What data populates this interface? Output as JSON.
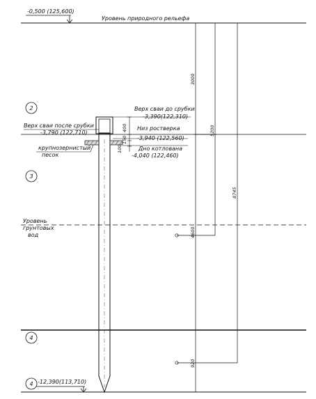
{
  "levels": {
    "natural_mark": "-0,500 (125,600)",
    "natural_label": "Уровень природного рельефа",
    "bottom_mark": "-12,390(113,710)"
  },
  "layers": {
    "l2": "2",
    "l3": "3",
    "l4a": "4",
    "l4b": "4"
  },
  "groundwater": {
    "line1": "Уровень",
    "line2": "грунтовых",
    "line3": "вод"
  },
  "pile": {
    "top_after_cut_l1": "Верх сваи после срубки",
    "top_after_cut_l2": "-3,790 (122,710)",
    "top_before_cut_l1": "Верх сваи до срубки",
    "top_before_cut_l2": "-3,390(122,310)",
    "grillage_bottom_l1": "Низ ростверка",
    "grillage_bottom_l2": "-3,940 (122,560)",
    "pit_bottom_l1": "Дно котлована",
    "pit_bottom_l2": "-4,040 (122,460)",
    "sand_l1": "крупнозернистый",
    "sand_l2": "песок"
  },
  "dims": {
    "d3000": "3000",
    "d5200": "5200",
    "d8745": "8745",
    "d4600": "4600",
    "d920": "920",
    "d400": "400",
    "d150": "150",
    "d100": "100"
  }
}
